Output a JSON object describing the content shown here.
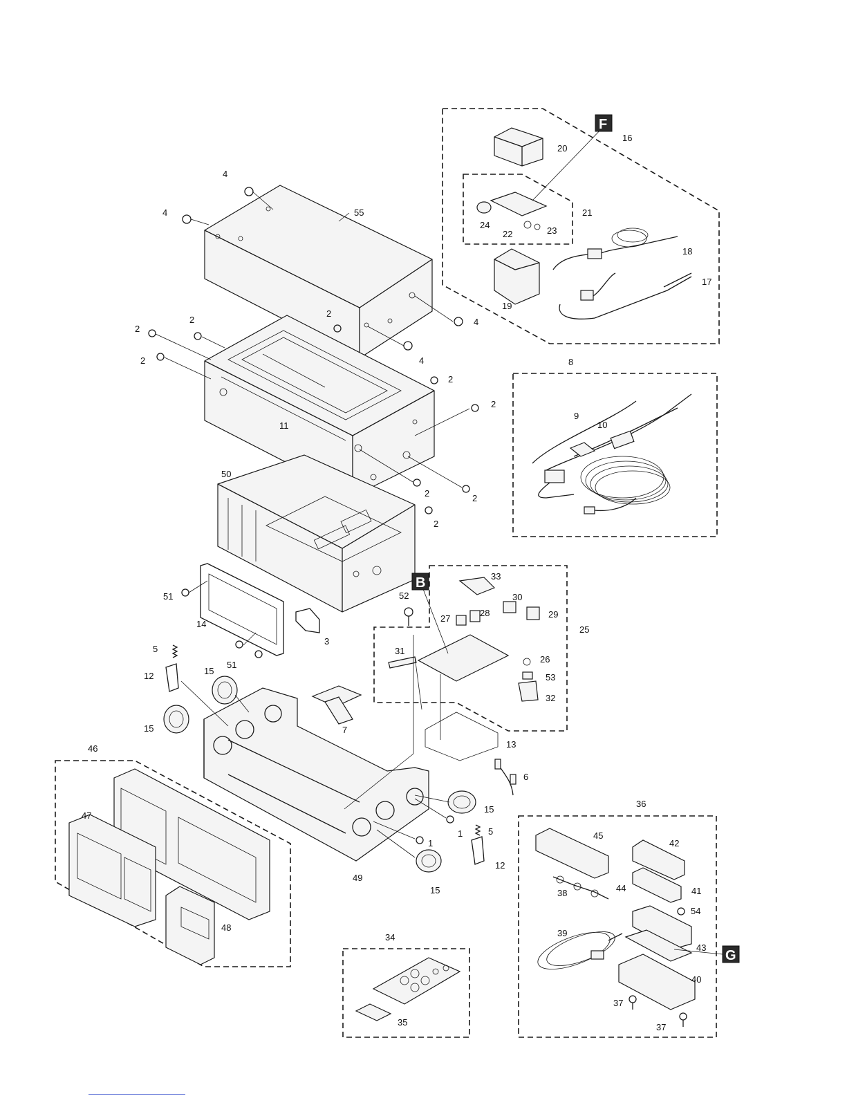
{
  "callouts": {
    "F": "F",
    "B": "B",
    "G": "G"
  },
  "labels": {
    "n55": "55",
    "n4a": "4",
    "n4b": "4",
    "n4c": "4",
    "n4d": "4",
    "n2a": "2",
    "n2b": "2",
    "n2c": "2",
    "n2d": "2",
    "n2e": "2",
    "n2f": "2",
    "n2g": "2",
    "n2h": "2",
    "n11": "11",
    "n50": "50",
    "n51a": "51",
    "n51b": "51",
    "n14": "14",
    "n3": "3",
    "n5a": "5",
    "n12a": "12",
    "n15a": "15",
    "n15b": "15",
    "n15c": "15",
    "n15d": "15",
    "n16": "16",
    "n20": "20",
    "n21": "21",
    "n24": "24",
    "n22": "22",
    "n23": "23",
    "n18": "18",
    "n17": "17",
    "n19": "19",
    "n8": "8",
    "n9": "9",
    "n10": "10",
    "n33": "33",
    "n30": "30",
    "n29": "29",
    "n25": "25",
    "n27": "27",
    "n28": "28",
    "n52": "52",
    "n31": "31",
    "n26": "26",
    "n53": "53",
    "n32": "32",
    "n7": "7",
    "n13": "13",
    "n6": "6",
    "n46": "46",
    "n47": "47",
    "n48": "48",
    "n49": "49",
    "n1a": "1",
    "n1b": "1",
    "n5b": "5",
    "n12b": "12",
    "n36": "36",
    "n45": "45",
    "n42": "42",
    "n38": "38",
    "n44": "44",
    "n41": "41",
    "n54": "54",
    "n39": "39",
    "n43": "43",
    "n40": "40",
    "n37a": "37",
    "n37b": "37",
    "n34": "34",
    "n35": "35"
  }
}
